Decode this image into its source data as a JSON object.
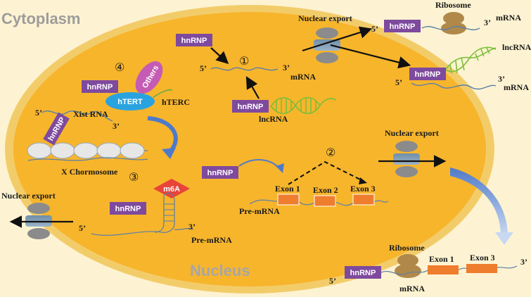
{
  "regions": {
    "cytoplasm": "Cytoplasm",
    "nucleus": "Nucleus"
  },
  "protein": "hnRNP",
  "labels": {
    "nuclear_export": "Nuclear export",
    "ribosome": "Ribosome",
    "mrna": "mRNA",
    "lncrna": "lncRNA",
    "pre_mrna": "Pre-mRNA",
    "htert": "hTERT",
    "others": "Others",
    "hterc": "hTERC",
    "xist_rna": "Xist RNA",
    "x_chromosome": "X Chormosome",
    "m6a": "m6A",
    "exon1": "Exon 1",
    "exon2": "Exon 2",
    "exon3": "Exon 3",
    "five_prime": "5’",
    "three_prime": "3’"
  },
  "steps": {
    "one": "①",
    "two": "②",
    "three": "③",
    "four": "④"
  },
  "colors": {
    "nucleus_fill": "#f7b52c",
    "nucleus_border": "#f3cc6a",
    "background": "#fdf3d2",
    "hnrnp_box": "#7e4a9e",
    "htert": "#29a3df",
    "others": "#c55bb4",
    "exon": "#ef7d2e",
    "m6a": "#e8443a",
    "lncrna_helix": "#7bbf3a",
    "ribosome": "#b0894a",
    "pore": "#8b8b8b",
    "region_text": "#9c9c9c"
  }
}
